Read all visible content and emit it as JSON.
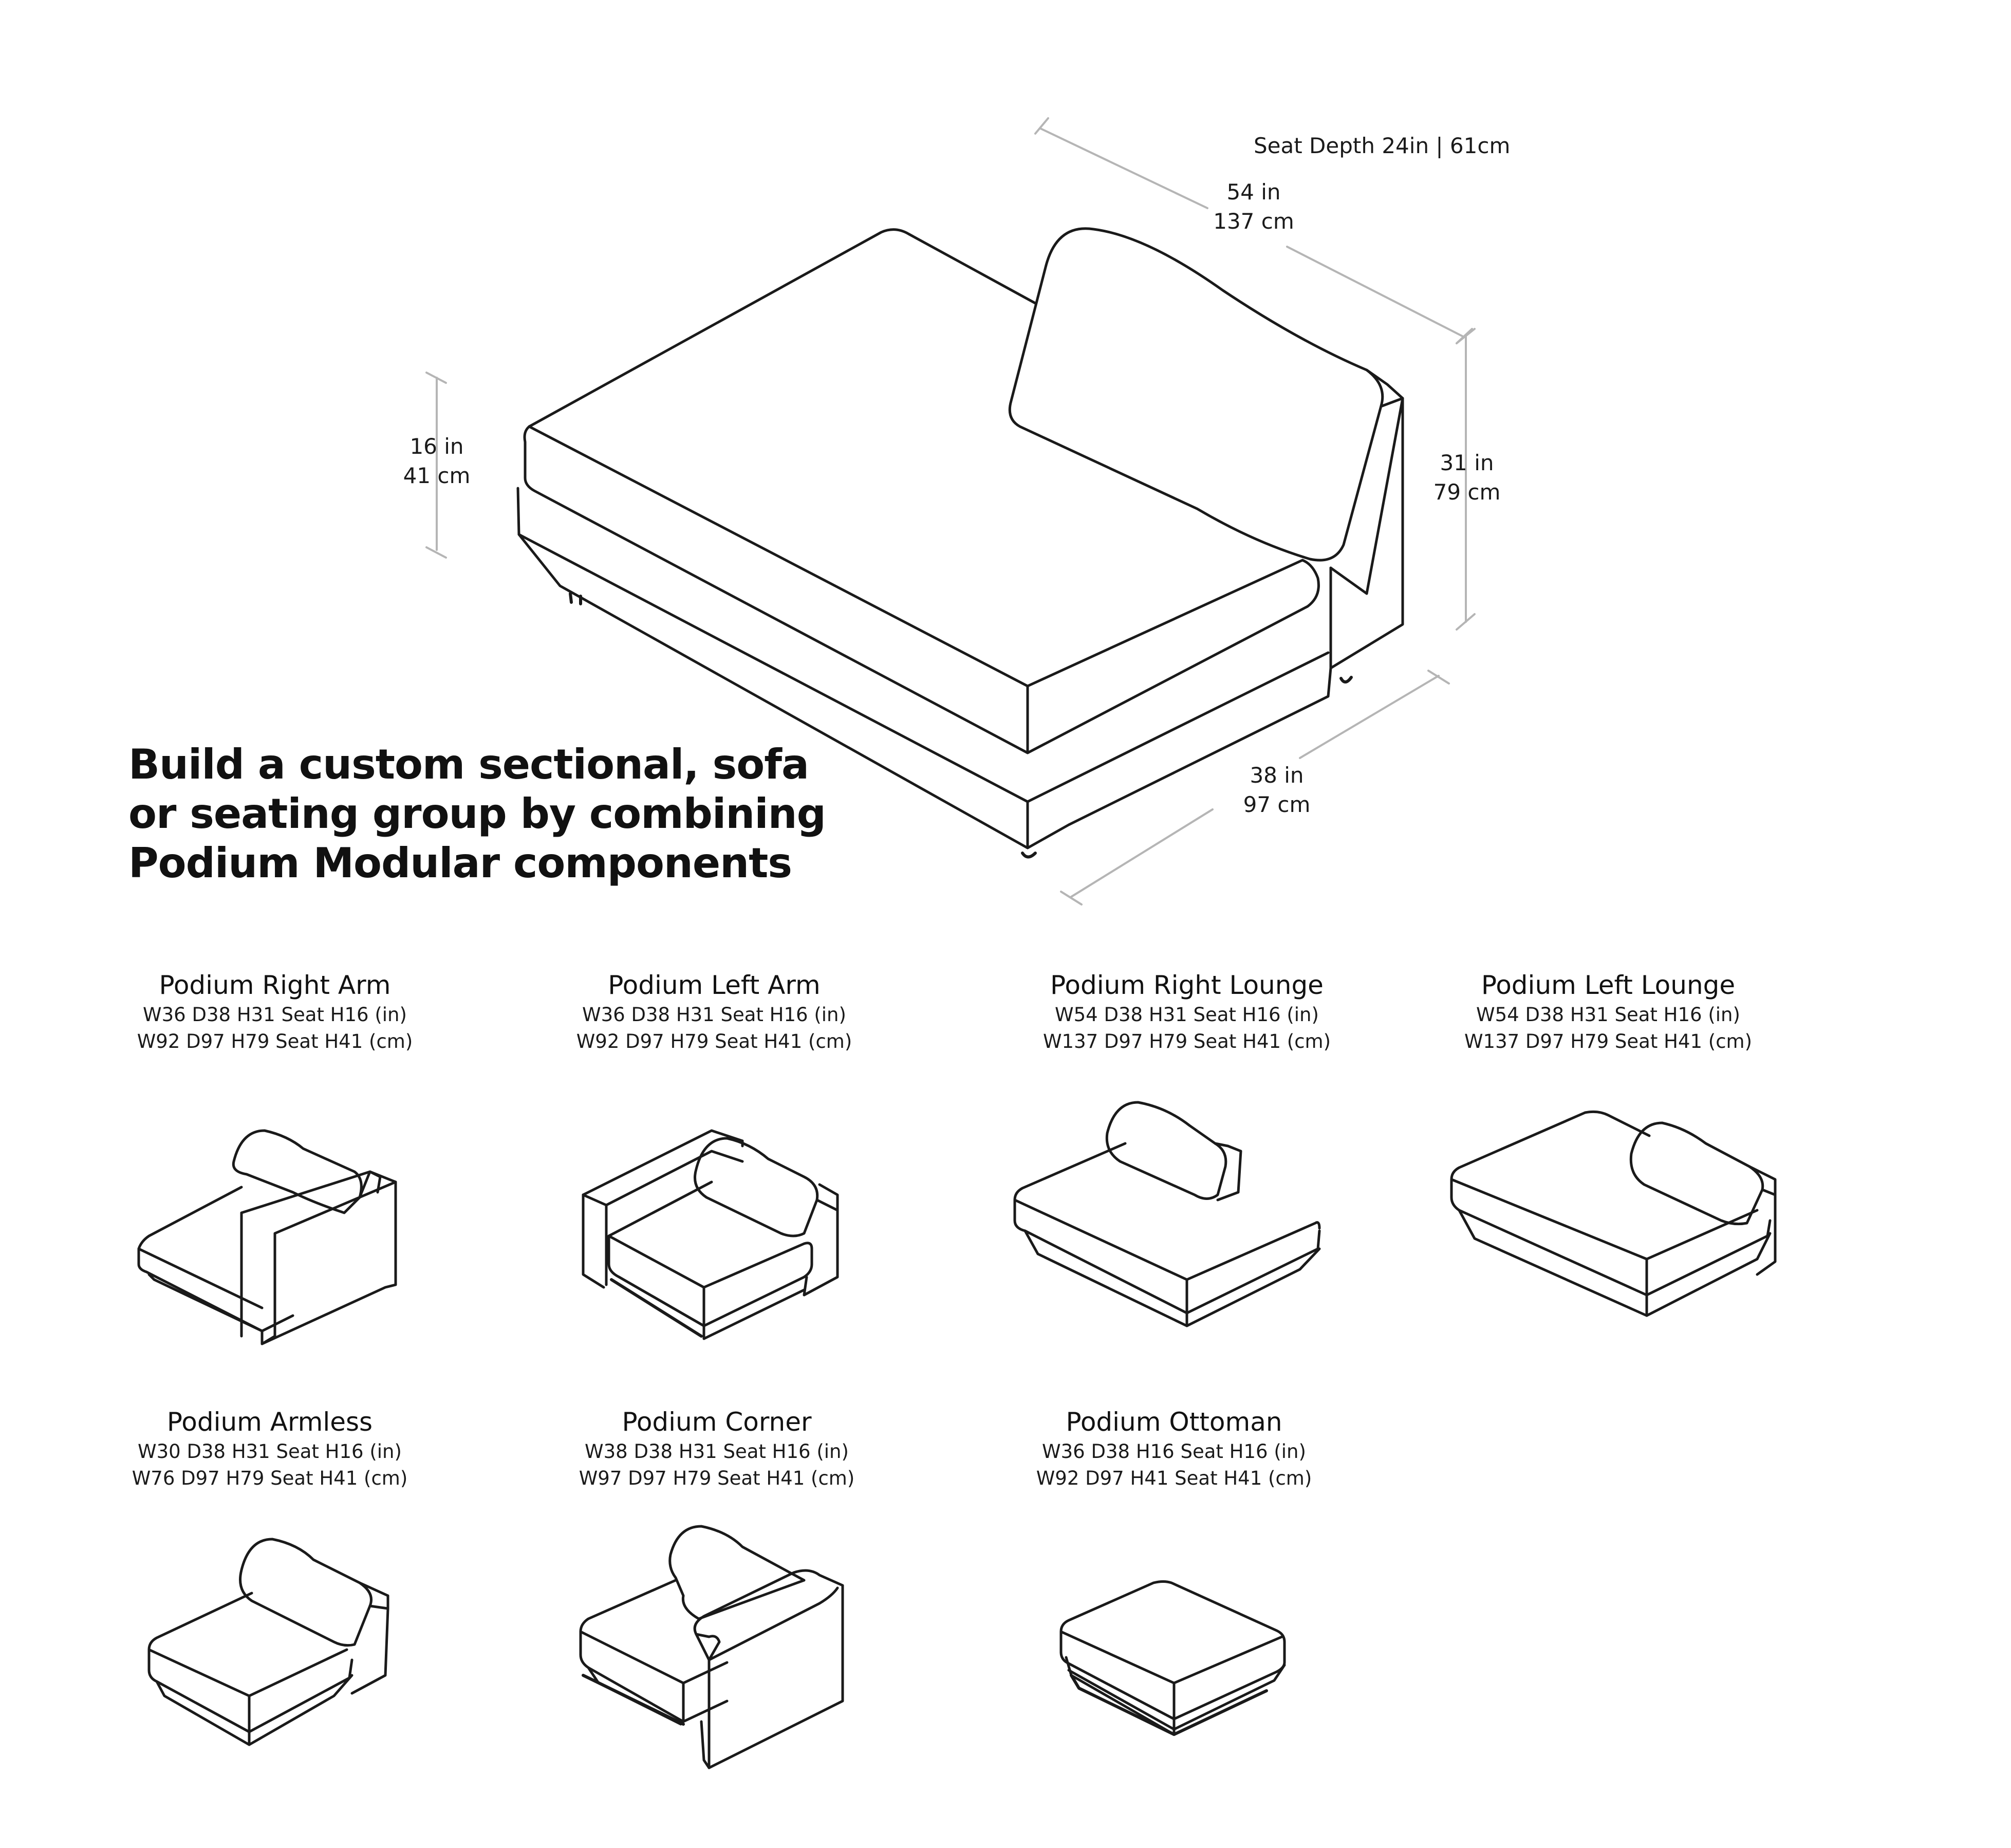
{
  "hero": {
    "seat_depth": "Seat Depth 24in | 61cm",
    "width_in": "54 in",
    "width_cm": "137 cm",
    "seat_height_in": "16 in",
    "seat_height_cm": "41 cm",
    "height_in": "31 in",
    "height_cm": "79 cm",
    "depth_in": "38 in",
    "depth_cm": "97 cm"
  },
  "headline": {
    "line1": "Build a custom sectional, sofa",
    "line2": "or seating group by combining",
    "line3": "Podium Modular components"
  },
  "components": [
    {
      "name": "Podium Right Arm",
      "spec_in": "W36 D38 H31 Seat H16 (in)",
      "spec_cm": "W92 D97 H79 Seat H41 (cm)"
    },
    {
      "name": "Podium Left Arm",
      "spec_in": "W36 D38 H31 Seat H16 (in)",
      "spec_cm": "W92 D97 H79 Seat H41 (cm)"
    },
    {
      "name": "Podium Right Lounge",
      "spec_in": "W54 D38 H31 Seat H16 (in)",
      "spec_cm": "W137 D97 H79 Seat H41 (cm)"
    },
    {
      "name": "Podium Left Lounge",
      "spec_in": "W54 D38 H31 Seat H16 (in)",
      "spec_cm": "W137 D97 H79 Seat H41 (cm)"
    },
    {
      "name": "Podium Armless",
      "spec_in": "W30 D38 H31 Seat H16 (in)",
      "spec_cm": "W76 D97 H79 Seat H41 (cm)"
    },
    {
      "name": "Podium Corner",
      "spec_in": "W38 D38 H31 Seat H16 (in)",
      "spec_cm": "W97 D97 H79 Seat H41 (cm)"
    },
    {
      "name": "Podium Ottoman",
      "spec_in": "W36 D38 H16 Seat H16 (in)",
      "spec_cm": "W92 D97 H41 Seat H41 (cm)"
    }
  ]
}
